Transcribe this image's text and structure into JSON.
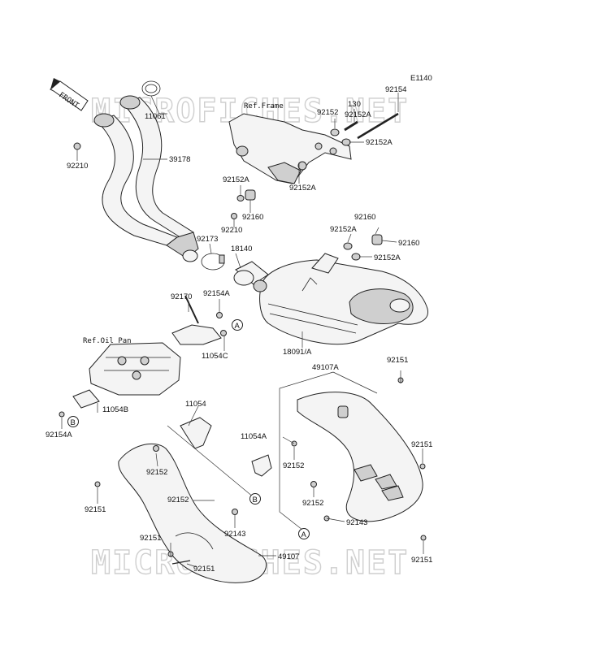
{
  "diagram_code": "E1140",
  "front_label": "FRONT",
  "watermark_top": "MICROFICHES.NET",
  "watermark_bottom": "MICROFICHES.NET",
  "ref_frame": "Ref.Frame",
  "ref_oil_pan": "Ref.Oil Pan",
  "callouts": {
    "a": "A",
    "b": "B"
  },
  "labels": {
    "p11061": "11061",
    "p39178": "39178",
    "p92210_top": "92210",
    "p92154_top": "92154",
    "p130": "130",
    "p92152_tr1": "92152",
    "p92152a_tr1": "92152A",
    "p92152a_tr2": "92152A",
    "p92152a_left": "92152A",
    "p92160_left": "92160",
    "p92210_mid": "92210",
    "p92160_r1": "92160",
    "p92152a_r1": "92152A",
    "p92160_r2": "92160",
    "p92152a_r2": "92152A",
    "p92173": "92173",
    "p18140": "18140",
    "p92170": "92170",
    "p92154a_mid": "92154A",
    "p11054c": "11054C",
    "p18091a": "18091/A",
    "p11054b": "11054B",
    "p92154a_bot": "92154A",
    "p49107a": "49107A",
    "p92151_r1": "92151",
    "p11054": "11054",
    "p11054a": "11054A",
    "p92151_r2": "92151",
    "p92152_m1": "92152",
    "p92152_m2": "92152",
    "p92152_m3": "92152",
    "p92151_l1": "92151",
    "p92152_m4": "92152",
    "p92143_m": "92143",
    "p92143_r": "92143",
    "p92151_l2": "92151",
    "p49107": "49107",
    "p92151_b": "92151",
    "p92151_br": "92151"
  }
}
